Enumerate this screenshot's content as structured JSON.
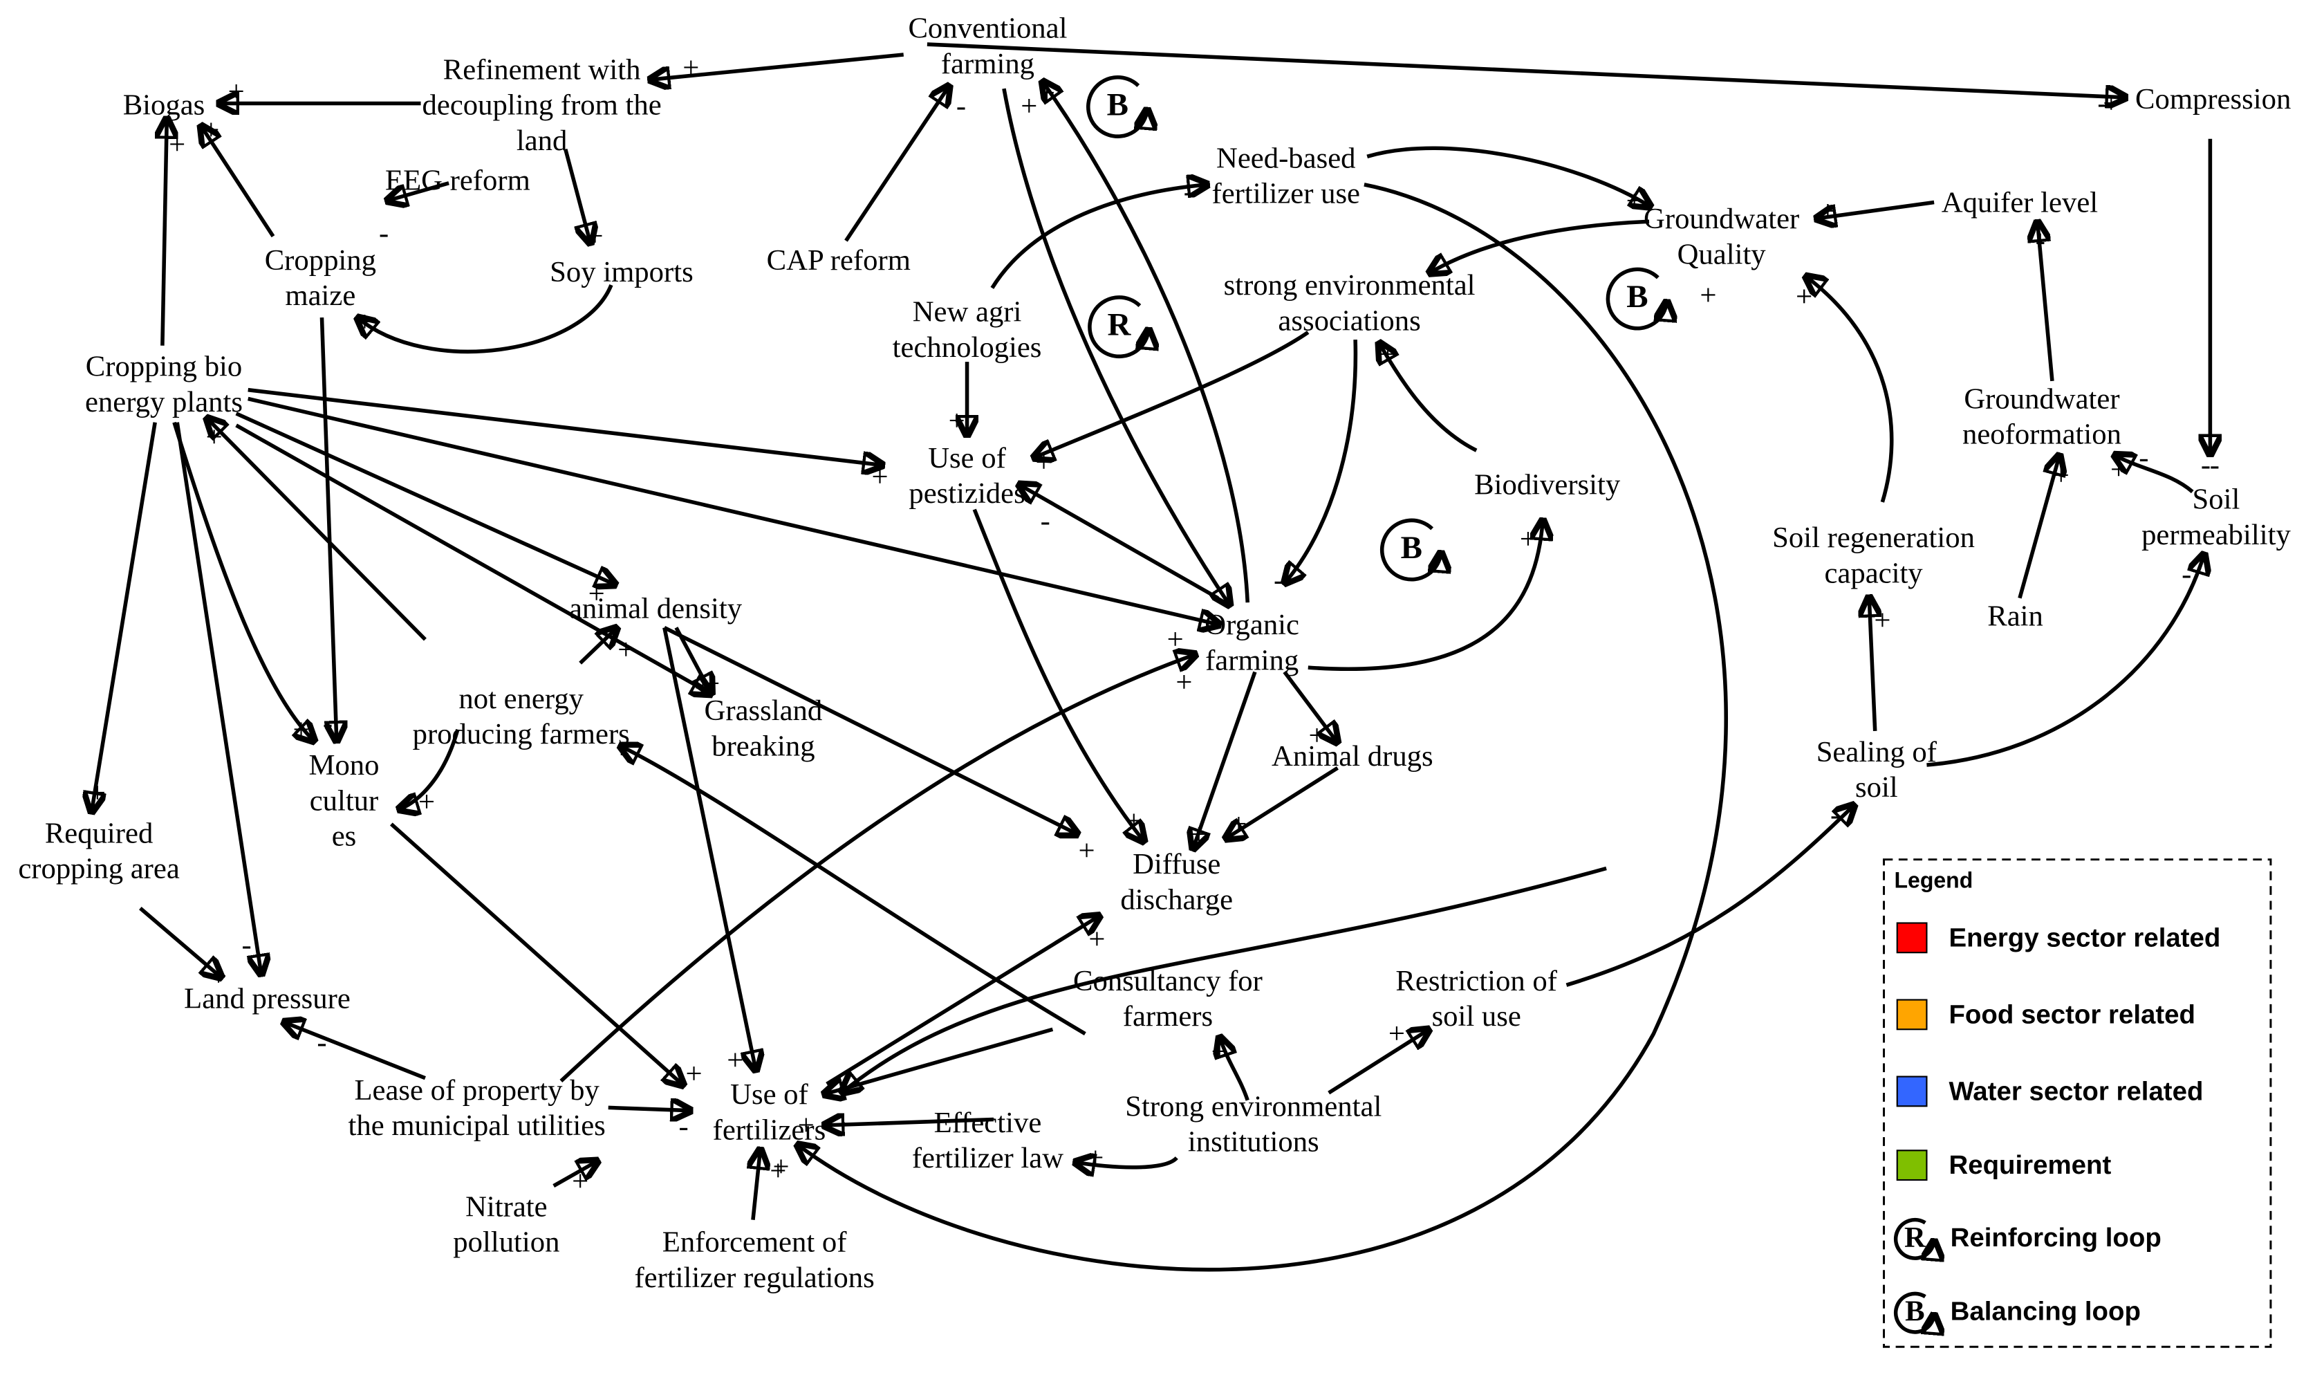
{
  "colors": {
    "energy": "#ff0000",
    "food": "#ffa500",
    "water": "#00b0f0",
    "requirement": "#7fbf00",
    "neutral": "#000000"
  },
  "nodes": {
    "conventional_farming": [
      "Conventional",
      "farming"
    ],
    "refinement": [
      "Refinement with",
      "decoupling from the",
      "land"
    ],
    "biogas": [
      "Biogas"
    ],
    "eeg_reform": [
      "EEG reform"
    ],
    "cropping_maize": [
      "Cropping",
      "maize"
    ],
    "soy_imports": [
      "Soy imports"
    ],
    "cap_reform": [
      "CAP reform"
    ],
    "cropping_bio": [
      "Cropping bio",
      "energy plants"
    ],
    "need_based": [
      "Need-based",
      "fertilizer use"
    ],
    "new_agri": [
      "New agri",
      "technologies"
    ],
    "groundwater_quality": [
      "Groundwater",
      "Quality"
    ],
    "aquifer_level": [
      "Aquifer level"
    ],
    "compression": [
      "Compression"
    ],
    "strong_env_assoc": [
      "strong environmental",
      "associations"
    ],
    "use_pestizides": [
      "Use of",
      "pestizides"
    ],
    "biodiversity": [
      "Biodiversity"
    ],
    "groundwater_neoformation": [
      "Groundwater",
      "neoformation"
    ],
    "soil_regeneration": [
      "Soil regeneration",
      "capacity"
    ],
    "soil_permeability": [
      "Soil",
      "permeability"
    ],
    "rain": [
      "Rain"
    ],
    "animal_density": [
      "animal density"
    ],
    "organic_farming": [
      "Organic",
      "farming"
    ],
    "not_energy_farmers": [
      "not energy",
      "producing farmers"
    ],
    "grassland_breaking": [
      "Grassland",
      "breaking"
    ],
    "animal_drugs": [
      "Animal drugs"
    ],
    "sealing_soil": [
      "Sealing of",
      "soil"
    ],
    "mono_cultures": [
      "Mono",
      "cultur",
      "es"
    ],
    "required_area": [
      "Required",
      "cropping area"
    ],
    "diffuse_discharge": [
      "Diffuse",
      "discharge"
    ],
    "land_pressure": [
      "Land pressure"
    ],
    "consultancy": [
      "Consultancy for",
      "farmers"
    ],
    "restriction_soil": [
      "Restriction of",
      "soil use"
    ],
    "lease_property": [
      "Lease of property by",
      "the municipal utilities"
    ],
    "use_fertilizers": [
      "Use of",
      "fertilizers"
    ],
    "effective_law": [
      "Effective",
      "fertilizer law"
    ],
    "strong_env_inst": [
      "Strong environmental",
      "institutions"
    ],
    "nitrate_pollution": [
      "Nitrate",
      "pollution"
    ],
    "enforcement": [
      "Enforcement of",
      "fertilizer regulations"
    ]
  },
  "polarity_signs": [
    "+",
    "+",
    "+",
    "+",
    "+",
    "-",
    "+",
    "+",
    "-",
    "-",
    "-",
    "-",
    "+",
    "+",
    "-",
    "+",
    "+",
    "+",
    "+",
    "+",
    "-",
    "+",
    "+",
    "+",
    "+",
    "+",
    "+",
    "+",
    "+",
    "+",
    "+",
    "-",
    "+",
    "+",
    "+",
    "+",
    "+",
    "+",
    "-",
    "+",
    "+",
    "+",
    "+",
    "+",
    "+",
    "+",
    "+",
    "+",
    "-",
    "-",
    "+",
    "+",
    "-",
    "+",
    "+",
    "+",
    "+",
    "-",
    "+",
    "-",
    "+",
    "+",
    "-",
    "-",
    "+",
    "-",
    "+",
    "+"
  ],
  "loops": [
    "B",
    "R",
    "B",
    "B",
    "B"
  ],
  "legend": {
    "title": "Legend",
    "items": [
      {
        "label": "Energy sector related",
        "color": "#ff0000"
      },
      {
        "label": "Food sector related",
        "color": "#ffa500"
      },
      {
        "label": "Water sector related",
        "color": "#3366ff"
      },
      {
        "label": "Requirement",
        "color": "#7fbf00"
      }
    ],
    "reinforcing": {
      "symbol": "R",
      "label": "Reinforcing loop"
    },
    "balancing": {
      "symbol": "B",
      "label": "Balancing loop"
    }
  }
}
